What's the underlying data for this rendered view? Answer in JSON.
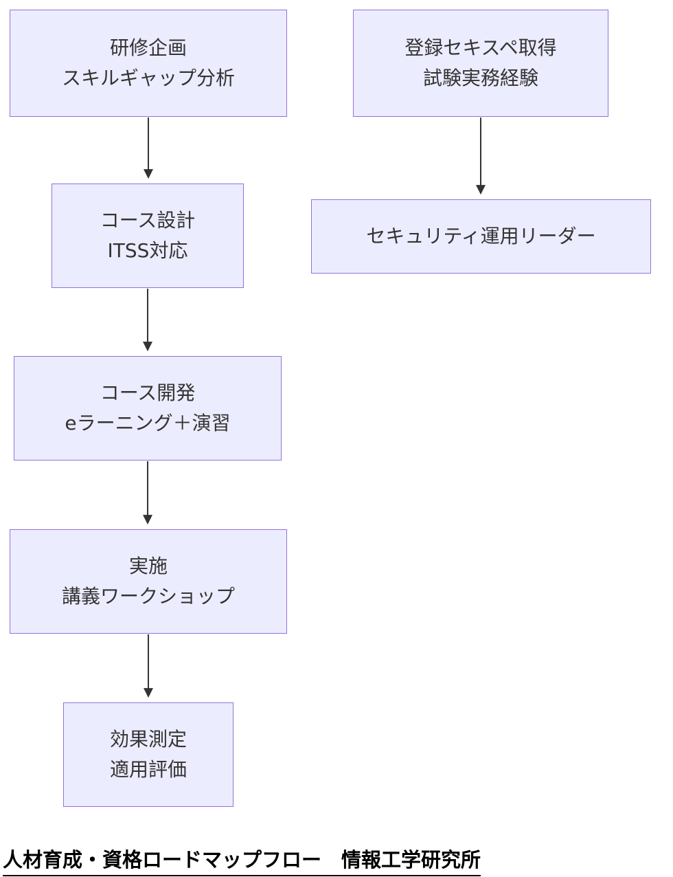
{
  "title": "人材育成・資格ロードマップフロー　情報工学研究所",
  "colors": {
    "node_fill": "#ECECFF",
    "node_border": "#9370DB",
    "arrow": "#333333",
    "text": "#333333"
  },
  "nodes": {
    "plan": {
      "line1": "研修企画",
      "line2": "スキルギャップ分析"
    },
    "design": {
      "line1": "コース設計",
      "line2": "ITSS対応"
    },
    "develop": {
      "line1": "コース開発",
      "line2": "eラーニング＋演習"
    },
    "implement": {
      "line1": "実施",
      "line2": "講義ワークショップ"
    },
    "evaluate": {
      "line1": "効果測定",
      "line2": "適用評価"
    },
    "cert": {
      "line1": "登録セキスペ取得",
      "line2": "試験実務経験"
    },
    "leader": {
      "line1": "セキュリティ運用リーダー"
    }
  }
}
